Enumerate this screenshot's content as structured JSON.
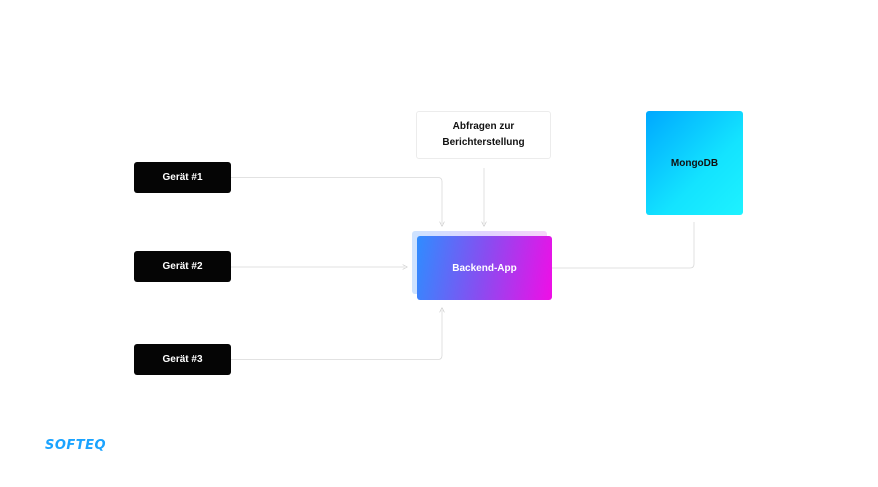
{
  "devices": [
    {
      "label": "Gerät #1"
    },
    {
      "label": "Gerät #2"
    },
    {
      "label": "Gerät #3"
    }
  ],
  "query_box": {
    "line1": "Abfragen zur",
    "line2": "Berichterstellung"
  },
  "backend": {
    "label": "Backend-App"
  },
  "database": {
    "label": "MongoDB"
  },
  "logo": {
    "text": "SOFTEQ"
  },
  "colors": {
    "device_bg": "#050505",
    "connector": "#d9d9d9",
    "backend_gradient_start": "#2f8cff",
    "backend_gradient_end": "#f00ee6",
    "mongodb_gradient_start": "#00a8ff",
    "mongodb_gradient_end": "#1ef2ff",
    "logo": "#1aa3ff"
  }
}
